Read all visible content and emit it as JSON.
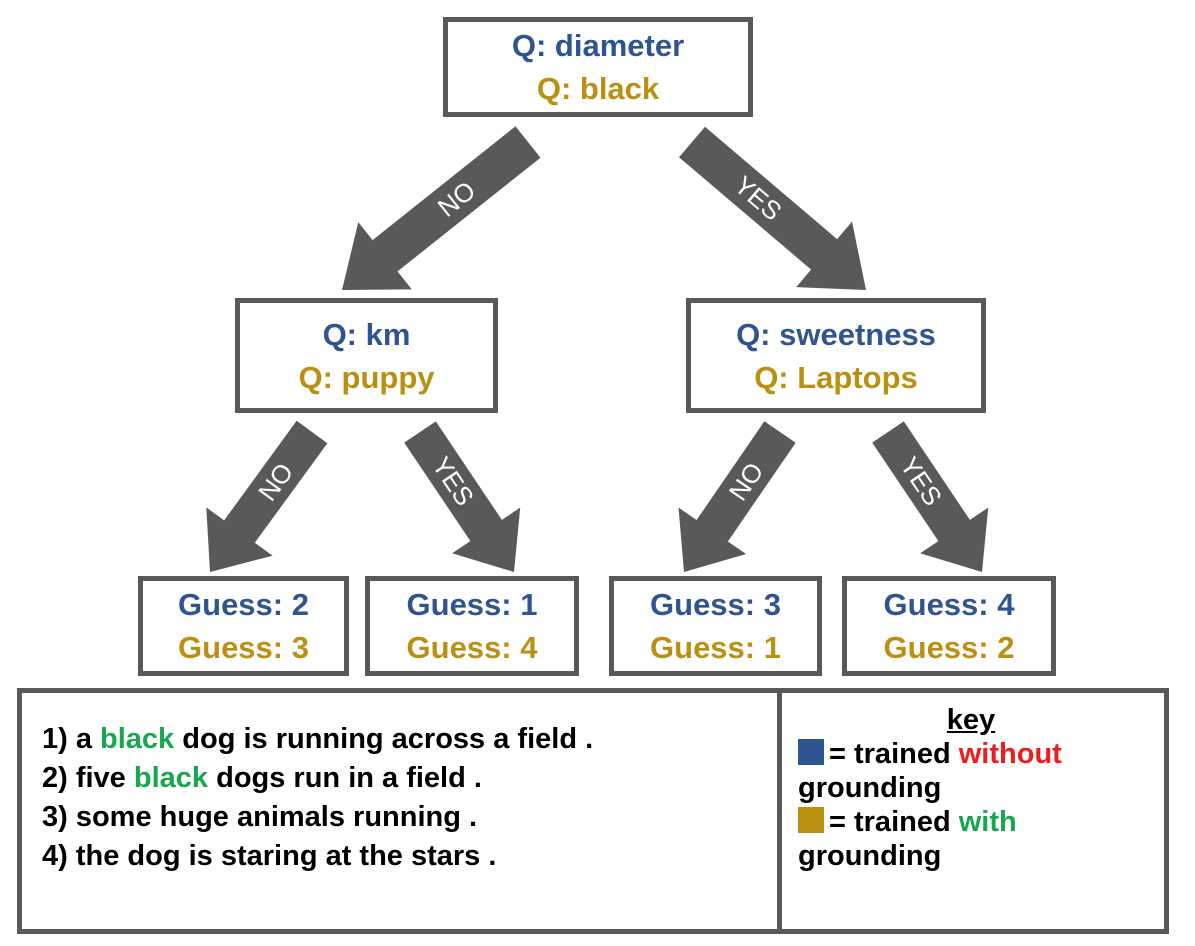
{
  "tree": {
    "root": {
      "line1": "Q: diameter",
      "line2": "Q: black"
    },
    "left": {
      "line1": "Q: km",
      "line2": "Q: puppy"
    },
    "right": {
      "line1": "Q: sweetness",
      "line2": "Q: Laptops"
    },
    "leaves": [
      {
        "line1": "Guess: 2",
        "line2": "Guess: 3"
      },
      {
        "line1": "Guess: 1",
        "line2": "Guess: 4"
      },
      {
        "line1": "Guess: 3",
        "line2": "Guess: 1"
      },
      {
        "line1": "Guess: 4",
        "line2": "Guess: 2"
      }
    ],
    "edge_labels": {
      "root_no": "NO",
      "root_yes": "YES",
      "left_no": "NO",
      "left_yes": "YES",
      "right_no": "NO",
      "right_yes": "YES"
    }
  },
  "sentences": [
    {
      "prefix": "1) a ",
      "highlight": "black",
      "suffix": " dog is running across a field ."
    },
    {
      "prefix": "2) five ",
      "highlight": "black",
      "suffix": " dogs run in a field ."
    },
    {
      "text": "3) some huge animals running ."
    },
    {
      "text": "4) the dog is staring at the stars ."
    }
  ],
  "key": {
    "title": "key",
    "rows": [
      {
        "prefix": "= trained ",
        "highlight": "without",
        "suffix": "grounding",
        "color": "#2e5592",
        "highlight_color": "#ee1c1c"
      },
      {
        "prefix": "= trained ",
        "highlight": "with",
        "suffix": "grounding",
        "color": "#bb9012",
        "highlight_color": "#1aa650"
      }
    ]
  },
  "colors": {
    "without_grounding": "#2e5592",
    "with_grounding": "#bb9012",
    "highlight_word": "#1aa650",
    "without_word": "#ee1c1c",
    "arrow": "#595959",
    "border": "#595959"
  }
}
